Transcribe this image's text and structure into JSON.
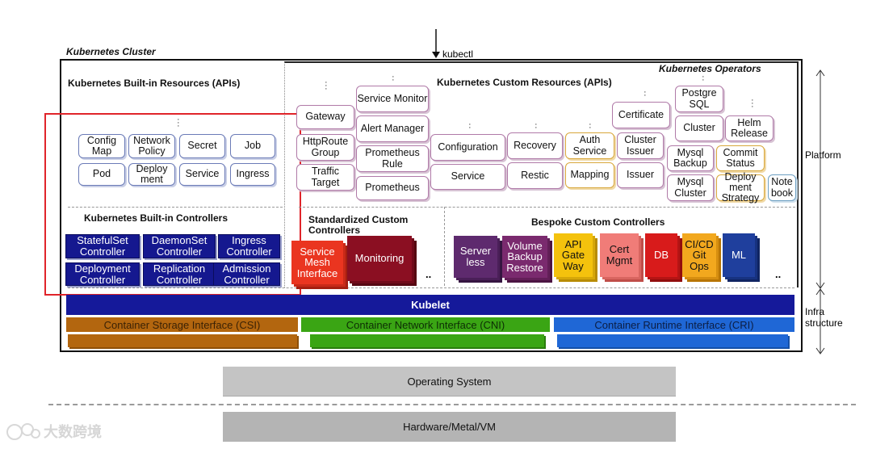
{
  "kubectl": "kubectl",
  "cluster_title": "Kubernetes Cluster",
  "operators_title": "Kubernetes Operators",
  "builtin_resources_title": "Kubernetes Built-in Resources (APIs)",
  "builtin_resources": [
    "Config Map",
    "Network Policy",
    "Secret",
    "Job",
    "Pod",
    "Deploy ment",
    "Service",
    "Ingress"
  ],
  "builtin_controllers_title": "Kubernetes Built-in Controllers",
  "builtin_controllers": [
    "StatefulSet Controller",
    "DaemonSet Controller",
    "Ingress Controller",
    "Deployment Controller",
    "Replication Controller",
    "Admission Controller"
  ],
  "custom_resources_title": "Kubernetes Custom Resources (APIs)",
  "custom_resources": {
    "gateway": "Gateway",
    "httproute_group": "HttpRoute Group",
    "traffic_target": "Traffic Target",
    "service_monitor": "Service Monitor",
    "alert_manager": "Alert Manager",
    "prometheus_rule": "Prometheus Rule",
    "prometheus": "Prometheus",
    "configuration": "Configuration",
    "service": "Service",
    "recovery": "Recovery",
    "restic": "Restic",
    "auth_service": "Auth Service",
    "mapping": "Mapping",
    "certificate": "Certificate",
    "cluster_issuer": "Cluster Issuer",
    "issuer": "Issuer",
    "postgre_sql": "Postgre SQL",
    "cluster": "Cluster",
    "helm_release": "Helm Release",
    "mysql_backup": "Mysql Backup",
    "commit_status": "Commit Status",
    "mysql_cluster": "Mysql Cluster",
    "deployment_strategy": "Deploy ment Strategy",
    "notebook": "Note book"
  },
  "standardized_title": "Standardized Custom Controllers",
  "standardized_controllers": [
    "Service Mesh Interface",
    "Monitoring"
  ],
  "bespoke_title": "Bespoke Custom Controllers",
  "bespoke_controllers": [
    "Server less",
    "Volume Backup Restore",
    "API Gate Way",
    "Cert Mgmt",
    "DB",
    "CI/CD Git Ops",
    "ML"
  ],
  "ellipsis": "..",
  "kubelet": "Kubelet",
  "csi": "Container Storage Interface (CSI)",
  "cni": "Container Network Interface (CNI)",
  "cri": "Container Runtime Interface (CRI)",
  "platform": "Platform",
  "infra_structure": "Infra structure",
  "os": "Operating System",
  "hardware": "Hardware/Metal/VM",
  "watermark": "大数跨境",
  "colors": {
    "controller_blue": "#15188f",
    "kubelet_blue": "#15199a",
    "csi": "#b3660f",
    "cni": "#3aa514",
    "cri": "#1f67d6",
    "gray_bar": "#c4c4c4",
    "highlight_red": "#e0242a",
    "service_mesh": "#ea3520",
    "monitoring": "#8b0f22",
    "serverless": "#5e2a6e",
    "volume": "#7a2a6e",
    "api_gateway": "#f4c20d",
    "cert_mgmt": "#f07c78",
    "db": "#d81b1b",
    "cicd": "#f2a81e",
    "ml": "#1f3f9d"
  }
}
